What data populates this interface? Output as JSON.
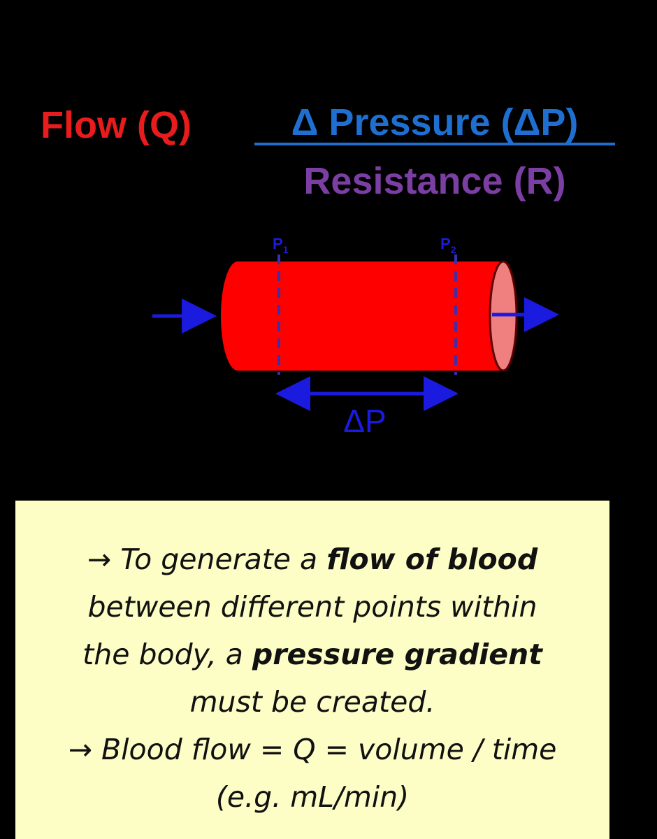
{
  "formula": {
    "flow_label": "Flow (Q)",
    "numerator": "Δ Pressure (ΔP)",
    "denominator": "Resistance (R)",
    "colors": {
      "flow": "#e81c1c",
      "pressure": "#1f6fd1",
      "resistance": "#7b3fa3"
    }
  },
  "diagram": {
    "p1_label": "P",
    "p1_sub": "1",
    "p2_label": "P",
    "p2_sub": "2",
    "delta_p_label": "ΔP",
    "vessel_color": "#ff0000",
    "vessel_end_color": "#f08080",
    "arrow_color": "#1b1be0"
  },
  "note": {
    "line1_arrow": "→",
    "line1_text": " To generate a ",
    "line1_bold": "flow of blood",
    "line2": "between different points within",
    "line3_text": "the body, a ",
    "line3_bold": "pressure gradient",
    "line4": "must be created.",
    "line5_arrow": "→",
    "line5_text": " Blood flow = Q = volume / time",
    "line6": "(e.g. mL/min)"
  }
}
